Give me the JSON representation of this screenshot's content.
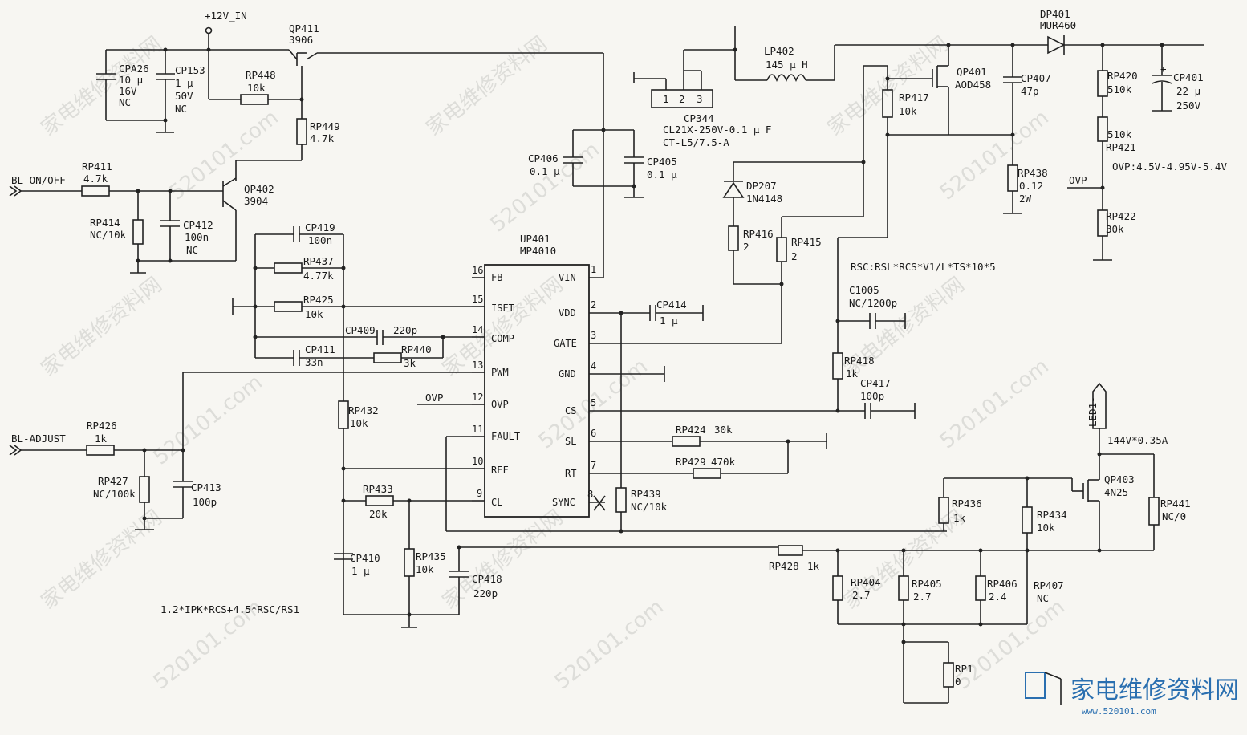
{
  "net": {
    "vin": "+12V_IN",
    "bl_on": "BL-ON/OFF",
    "bl_adj": "BL-ADJUST",
    "ovp": "OVP",
    "led": "LED1-"
  },
  "ic": {
    "ref": "UP401",
    "part": "MP4010",
    "pins_left": [
      {
        "num": "16",
        "name": "FB"
      },
      {
        "num": "15",
        "name": "ISET"
      },
      {
        "num": "14",
        "name": "COMP"
      },
      {
        "num": "13",
        "name": "PWM"
      },
      {
        "num": "12",
        "name": "OVP"
      },
      {
        "num": "11",
        "name": "FAULT"
      },
      {
        "num": "10",
        "name": "REF"
      },
      {
        "num": "9",
        "name": "CL"
      }
    ],
    "pins_right": [
      {
        "num": "1",
        "name": "VIN"
      },
      {
        "num": "2",
        "name": "VDD"
      },
      {
        "num": "3",
        "name": "GATE"
      },
      {
        "num": "4",
        "name": "GND"
      },
      {
        "num": "5",
        "name": "CS"
      },
      {
        "num": "6",
        "name": "SL"
      },
      {
        "num": "7",
        "name": "RT"
      },
      {
        "num": "8",
        "name": "SYNC"
      }
    ]
  },
  "parts": {
    "QP411": {
      "ref": "QP411",
      "val": "3906"
    },
    "QP402": {
      "ref": "QP402",
      "val": "3904"
    },
    "CPA26": {
      "ref": "CPA26",
      "v1": "10 μ",
      "v2": "16V",
      "v3": "NC"
    },
    "CP153": {
      "ref": "CP153",
      "v1": "1 μ",
      "v2": "50V",
      "v3": "NC"
    },
    "RP448": {
      "ref": "RP448",
      "val": "10k"
    },
    "RP449": {
      "ref": "RP449",
      "val": "4.7k"
    },
    "RP411": {
      "ref": "RP411",
      "val": "4.7k"
    },
    "RP414": {
      "ref": "RP414",
      "val": "NC/10k"
    },
    "CP412": {
      "ref": "CP412",
      "v1": "100n",
      "v2": "NC"
    },
    "CP419": {
      "ref": "CP419",
      "val": "100n"
    },
    "RP437": {
      "ref": "RP437",
      "val": "4.77k"
    },
    "RP425": {
      "ref": "RP425",
      "val": "10k"
    },
    "CP409": {
      "ref": "CP409",
      "val": "220p"
    },
    "CP411": {
      "ref": "CP411",
      "val": "33n"
    },
    "RP440": {
      "ref": "RP440",
      "val": "3k"
    },
    "RP432": {
      "ref": "RP432",
      "val": "10k"
    },
    "RP426": {
      "ref": "RP426",
      "val": "1k"
    },
    "RP427": {
      "ref": "RP427",
      "val": "NC/100k"
    },
    "CP413": {
      "ref": "CP413",
      "val": "100p"
    },
    "RP433": {
      "ref": "RP433",
      "val": "20k"
    },
    "CP410": {
      "ref": "CP410",
      "val": "1 μ"
    },
    "RP435": {
      "ref": "RP435",
      "val": "10k"
    },
    "CP418": {
      "ref": "CP418",
      "val": "220p"
    },
    "CP406": {
      "ref": "CP406",
      "val": "0.1 μ"
    },
    "CP405": {
      "ref": "CP405",
      "val": "0.1 μ"
    },
    "CP414": {
      "ref": "CP414",
      "val": "1 μ"
    },
    "RP439": {
      "ref": "RP439",
      "val": "NC/10k"
    },
    "RP424": {
      "ref": "RP424",
      "val": "30k"
    },
    "RP429": {
      "ref": "RP429",
      "val": "470k"
    },
    "CP344": {
      "ref": "CP344",
      "v1": "CL21X-250V-0.1 μ F",
      "v2": "CT-L5/7.5-A",
      "pins": [
        "1",
        "2",
        "3"
      ]
    },
    "LP402": {
      "ref": "LP402",
      "val": "145 μ H"
    },
    "DP401": {
      "ref": "DP401",
      "val": "MUR460"
    },
    "QP401": {
      "ref": "QP401",
      "val": "AOD458"
    },
    "RP417": {
      "ref": "RP417",
      "val": "10k"
    },
    "CP407": {
      "ref": "CP407",
      "val": "47p"
    },
    "RP438": {
      "ref": "RP438",
      "v1": "0.12",
      "v2": "2W"
    },
    "DP207": {
      "ref": "DP207",
      "val": "1N4148"
    },
    "RP416": {
      "ref": "RP416",
      "val": "2"
    },
    "RP415": {
      "ref": "RP415",
      "val": "2"
    },
    "C1005": {
      "ref": "C1005",
      "val": "NC/1200p"
    },
    "RP418": {
      "ref": "RP418",
      "val": "1k"
    },
    "CP417": {
      "ref": "CP417",
      "val": "100p"
    },
    "RP420": {
      "ref": "RP420",
      "val": "510k"
    },
    "RP421": {
      "ref": "RP421",
      "val": "510k"
    },
    "RP422": {
      "ref": "RP422",
      "val": "30k"
    },
    "CP401": {
      "ref": "CP401",
      "v1": "22 μ",
      "v2": "250V"
    },
    "QP403": {
      "ref": "QP403",
      "val": "4N25"
    },
    "RP436": {
      "ref": "RP436",
      "val": "1k"
    },
    "RP434": {
      "ref": "RP434",
      "val": "10k"
    },
    "RP441": {
      "ref": "RP441",
      "val": "NC/0"
    },
    "RP428": {
      "ref": "RP428",
      "val": "1k"
    },
    "RP404": {
      "ref": "RP404",
      "val": "2.7"
    },
    "RP405": {
      "ref": "RP405",
      "val": "2.7"
    },
    "RP406": {
      "ref": "RP406",
      "val": "2.4"
    },
    "RP407": {
      "ref": "RP407",
      "val": "NC"
    },
    "RP1": {
      "ref": "RP1",
      "val": "0"
    }
  },
  "notes": {
    "ovp": "OVP:4.5V-4.95V-5.4V",
    "rsc": "RSC:RSL*RCS*V1/L*TS*10*5",
    "ipk": "1.2*IPK*RCS+4.5*RSC/RS1",
    "led_spec": "144V*0.35A"
  },
  "watermark": {
    "cn": "家电维修资料网",
    "url": "520101.com",
    "logo": "家电维修资料网",
    "logo_url": "www.520101.com"
  }
}
